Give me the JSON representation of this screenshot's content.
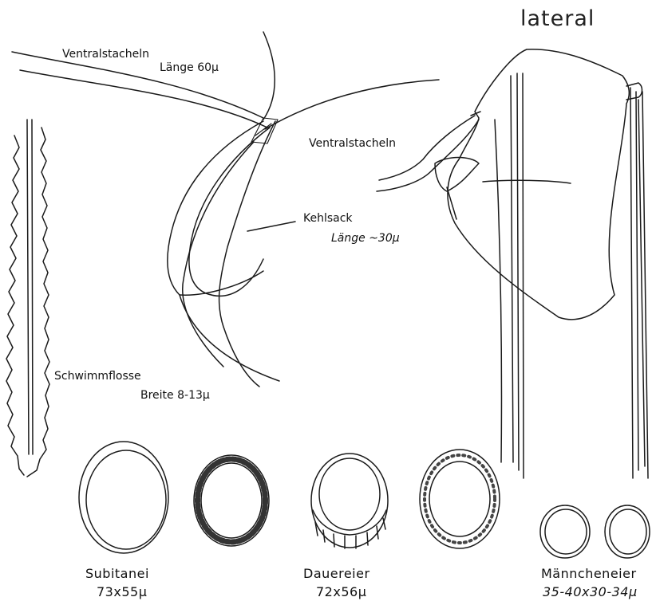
{
  "labels": {
    "lateral": "lateral",
    "ventralstacheln_top": "Ventralstacheln",
    "laenge_60": "Länge 60µ",
    "ventralstacheln_right": "Ventralstacheln",
    "kehlsack": "Kehlsack",
    "laenge_30": "Länge ~30µ",
    "schwimmflosse": "Schwimmflosse",
    "breite": "Breite 8-13µ"
  },
  "eggs": {
    "subitanei": {
      "name": "Subitanei",
      "size": "73x55µ"
    },
    "dauereier": {
      "name": "Dauereier",
      "size": "72x56µ"
    },
    "maenncheneier": {
      "name": "Männcheneier",
      "size": "35-40x30-34µ"
    }
  }
}
